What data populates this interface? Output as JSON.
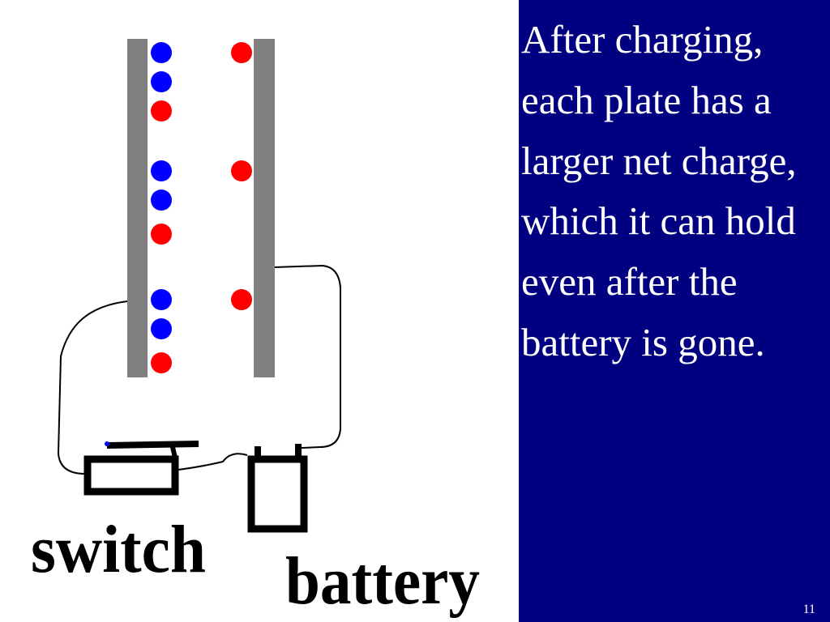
{
  "colors": {
    "panel_background": "#000080",
    "panel_text": "#ffffff",
    "plate": "#808080",
    "negative_charge": "#0000ff",
    "positive_charge": "#ff0000",
    "wire": "#000000"
  },
  "diagram": {
    "left_plate_charges": [
      "negative",
      "negative",
      "positive",
      "negative",
      "negative",
      "positive",
      "negative",
      "negative",
      "positive"
    ],
    "right_plate_charges": [
      "positive",
      "positive",
      "positive"
    ],
    "switch_label": "switch",
    "battery_label": "battery"
  },
  "text": {
    "body": "After charging, each plate has a larger net charge, which it can hold even after the battery is gone.",
    "slide_number": "11"
  }
}
